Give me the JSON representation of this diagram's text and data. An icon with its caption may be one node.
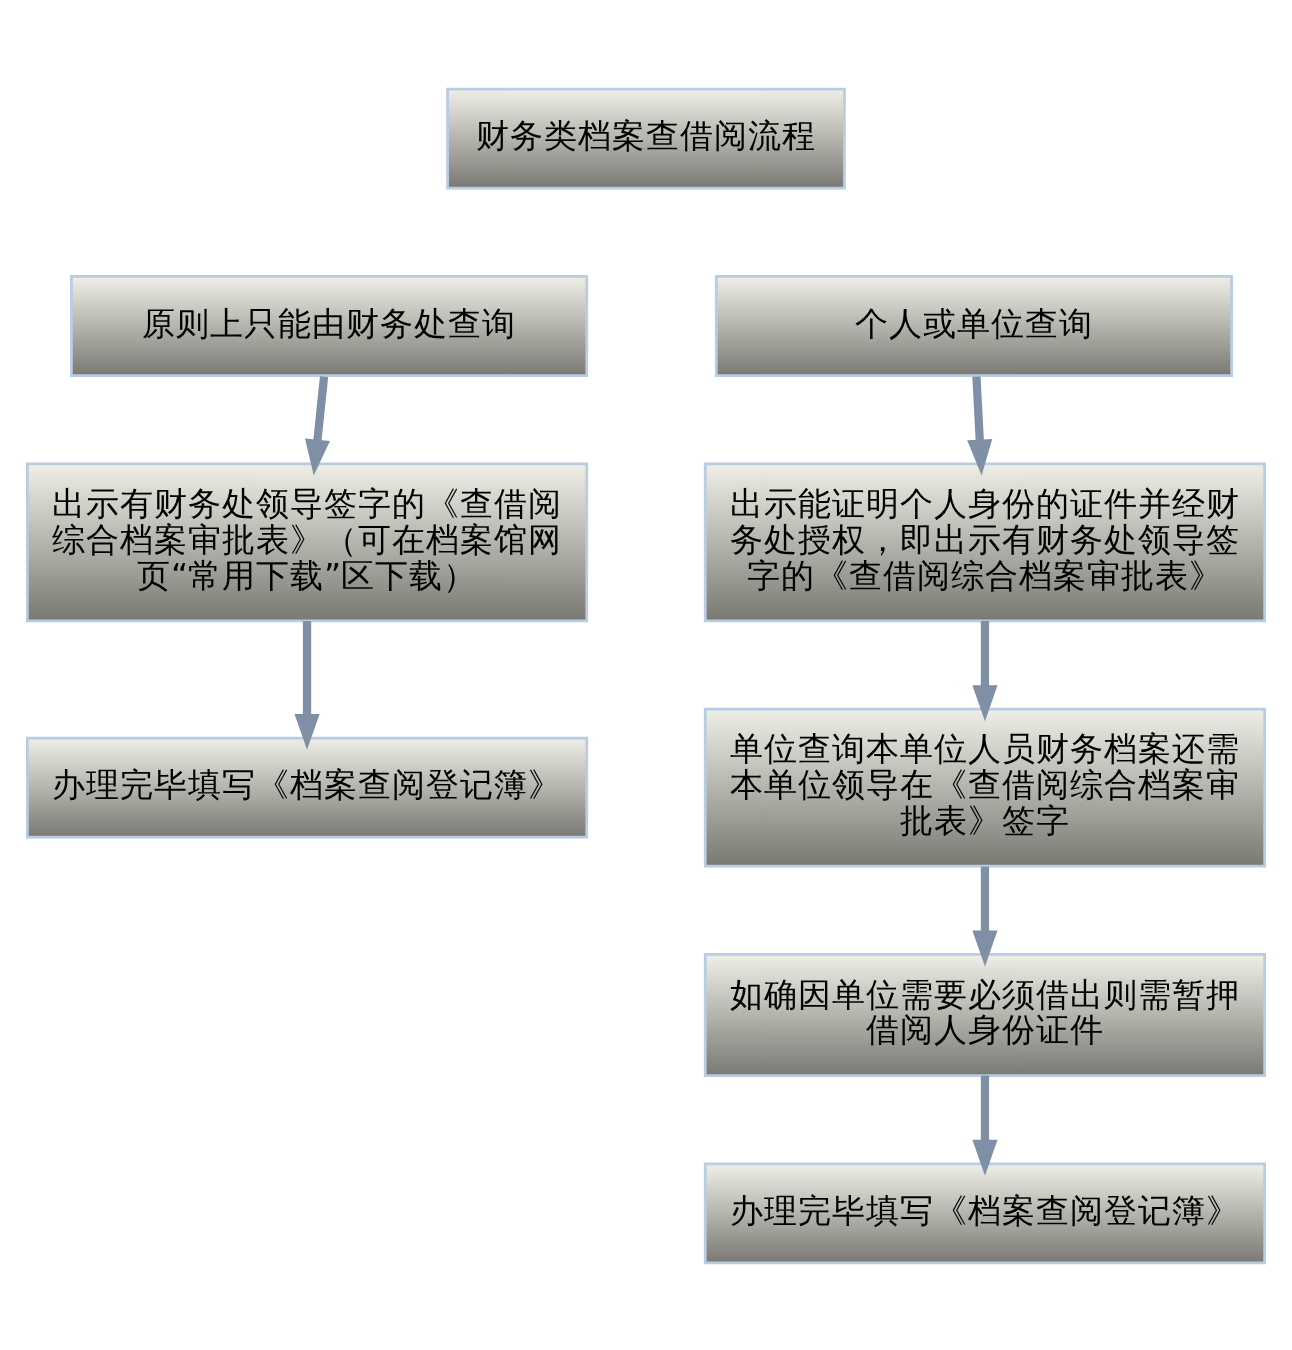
{
  "diagram": {
    "nodes": [
      {
        "text": [
          "财务类档案查借阅流程"
        ]
      },
      {
        "text": [
          "原则上只能由财务处查询"
        ]
      },
      {
        "text": [
          "个人或单位查询"
        ]
      },
      {
        "text": [
          "出示有财务处领导签字的《查借阅综合档案审批表》（可在档案馆网页“常用下载”区下载）"
        ]
      },
      {
        "text": [
          "出示能证明个人身份的证件并经财务处授权，即出示有财务处领导签字的《查借阅综合档案审批表》"
        ]
      },
      {
        "text": [
          "办理完毕填写《档案查阅登记簿》"
        ]
      },
      {
        "text": [
          "单位查询本单位人员财务档案还需本单位领导在《查借阅综合档案审批表》签字"
        ]
      },
      {
        "text": [
          "如确因单位需要必须借出则需暂押借阅人身份证件"
        ]
      },
      {
        "text": [
          "办理完毕填写《档案查阅登记簿》"
        ]
      }
    ],
    "edges": [
      {
        "from": 1,
        "to": 3,
        "arrow": "to"
      },
      {
        "from": 3,
        "to": 5,
        "arrow": "to"
      },
      {
        "from": 2,
        "to": 4,
        "arrow": "to"
      },
      {
        "from": 4,
        "to": 6,
        "arrow": "to"
      },
      {
        "from": 6,
        "to": 7,
        "arrow": "to"
      },
      {
        "from": 7,
        "to": 8,
        "arrow": "to"
      }
    ]
  }
}
